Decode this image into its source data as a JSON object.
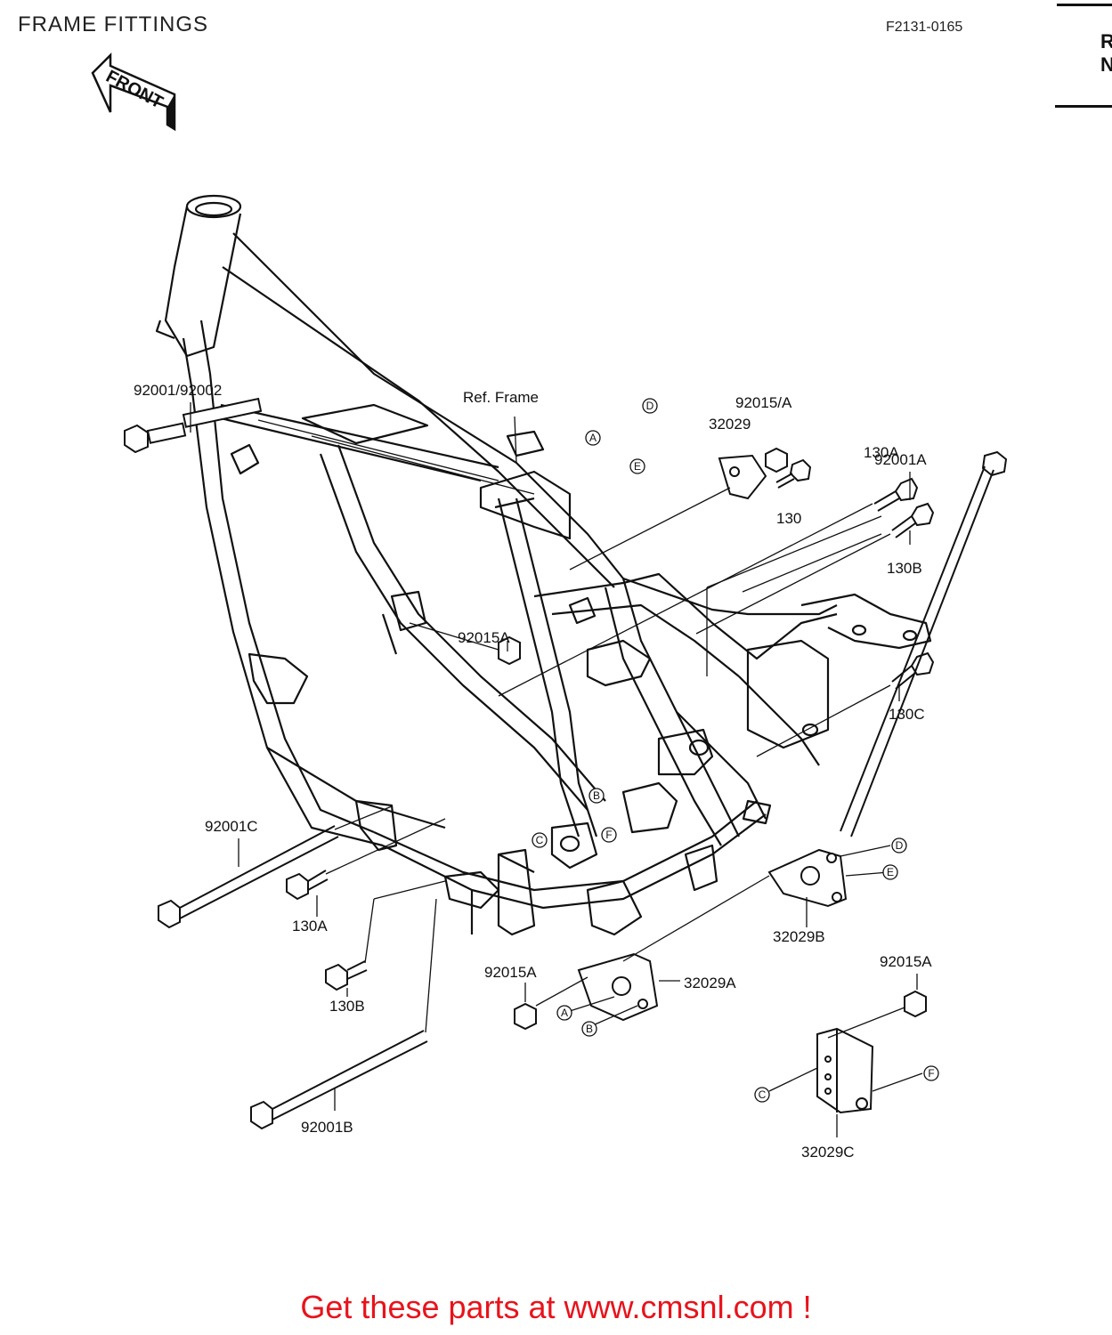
{
  "header": {
    "title": "FRAME FITTINGS",
    "code": "F2131-0165"
  },
  "front_arrow": {
    "label": "FRONT"
  },
  "sidebar": {
    "letter_top": "R",
    "letter_bottom": "N"
  },
  "labels": {
    "ref_frame": "Ref. Frame",
    "p_92015_a_top": "92015/A",
    "p_32029": "32029",
    "p_130_top": "130",
    "p_130a_right": "130A",
    "p_130b_right": "130B",
    "p_130c": "130C",
    "p_92015a_mid": "92015A",
    "p_92001_92002": "92001/92002",
    "p_92001c": "92001C",
    "p_92001a": "92001A",
    "p_130a_left": "130A",
    "p_130b_left": "130B",
    "p_32029b": "32029B",
    "p_92015a_lower": "92015A",
    "p_32029a": "32029A",
    "p_92015a_right": "92015A",
    "p_92001b": "92001B",
    "p_32029c": "32029C"
  },
  "circle_refs": {
    "a": "A",
    "b": "B",
    "c": "C",
    "d": "D",
    "e": "E",
    "f": "F"
  },
  "footer": {
    "text": "Get these parts at www.cmsnl.com !"
  }
}
